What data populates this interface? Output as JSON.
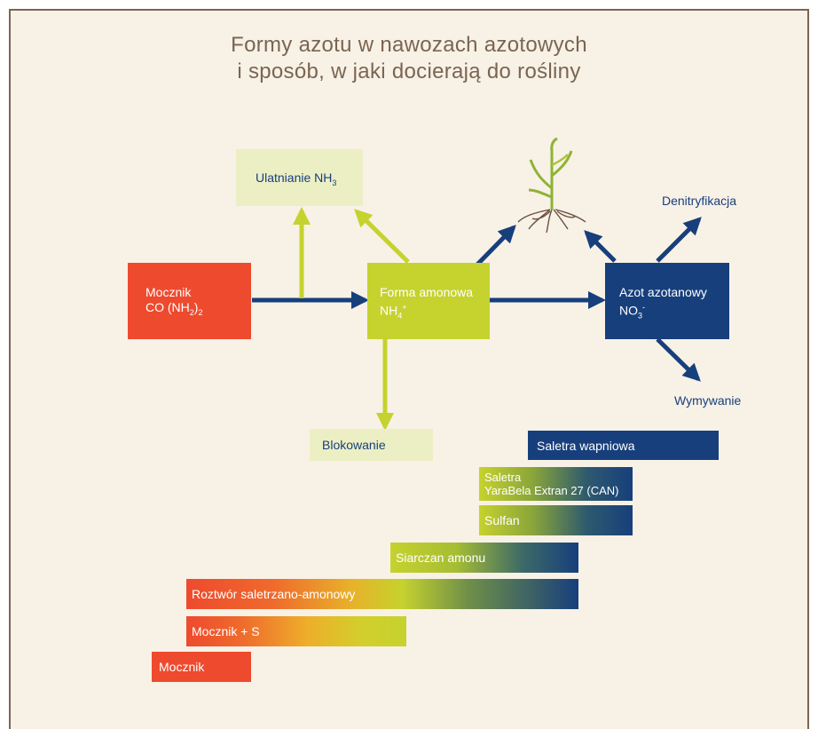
{
  "title": {
    "line1": "Formy azotu w nawozach azotowych",
    "line2": "i sposób, w jaki docierają do rośliny"
  },
  "nodes": {
    "mocznik": {
      "line1": "Mocznik",
      "line2_pre": "CO (NH",
      "sub1": "2",
      "line2_mid": ")",
      "sub2": "2"
    },
    "amonowa": {
      "line1": "Forma amonowa",
      "line2_pre": "NH",
      "sub": "4",
      "sup": "+"
    },
    "azotanowy": {
      "line1": "Azot azotanowy",
      "line2_pre": "NO",
      "sub": "3",
      "sup": "-"
    },
    "ulatnianie": {
      "label_pre": "Ulatnianie NH",
      "sub": "3"
    },
    "blokowanie": {
      "label": "Blokowanie"
    },
    "denitryfikacja": {
      "label": "Denitryfikacja"
    },
    "wymywanie": {
      "label": "Wymywanie"
    }
  },
  "bars": [
    {
      "label": "Saletra wapniowa"
    },
    {
      "label_line1": "Saletra",
      "label_line2": "YaraBela Extran 27 (CAN)"
    },
    {
      "label": "Sulfan"
    },
    {
      "label": "Siarczan amonu"
    },
    {
      "label": "Roztwór saletrzano-amonowy"
    },
    {
      "label": "Mocznik + S"
    },
    {
      "label": "Mocznik"
    }
  ],
  "colors": {
    "urea_red": "#ee4a2e",
    "ammonium_green": "#c6d22e",
    "nitrate_blue": "#173f7c",
    "pale_green": "#ecefc4",
    "frame_brown": "#7a6552",
    "background": "#f8f1e6"
  },
  "icons": {
    "plant": "plant-icon"
  }
}
